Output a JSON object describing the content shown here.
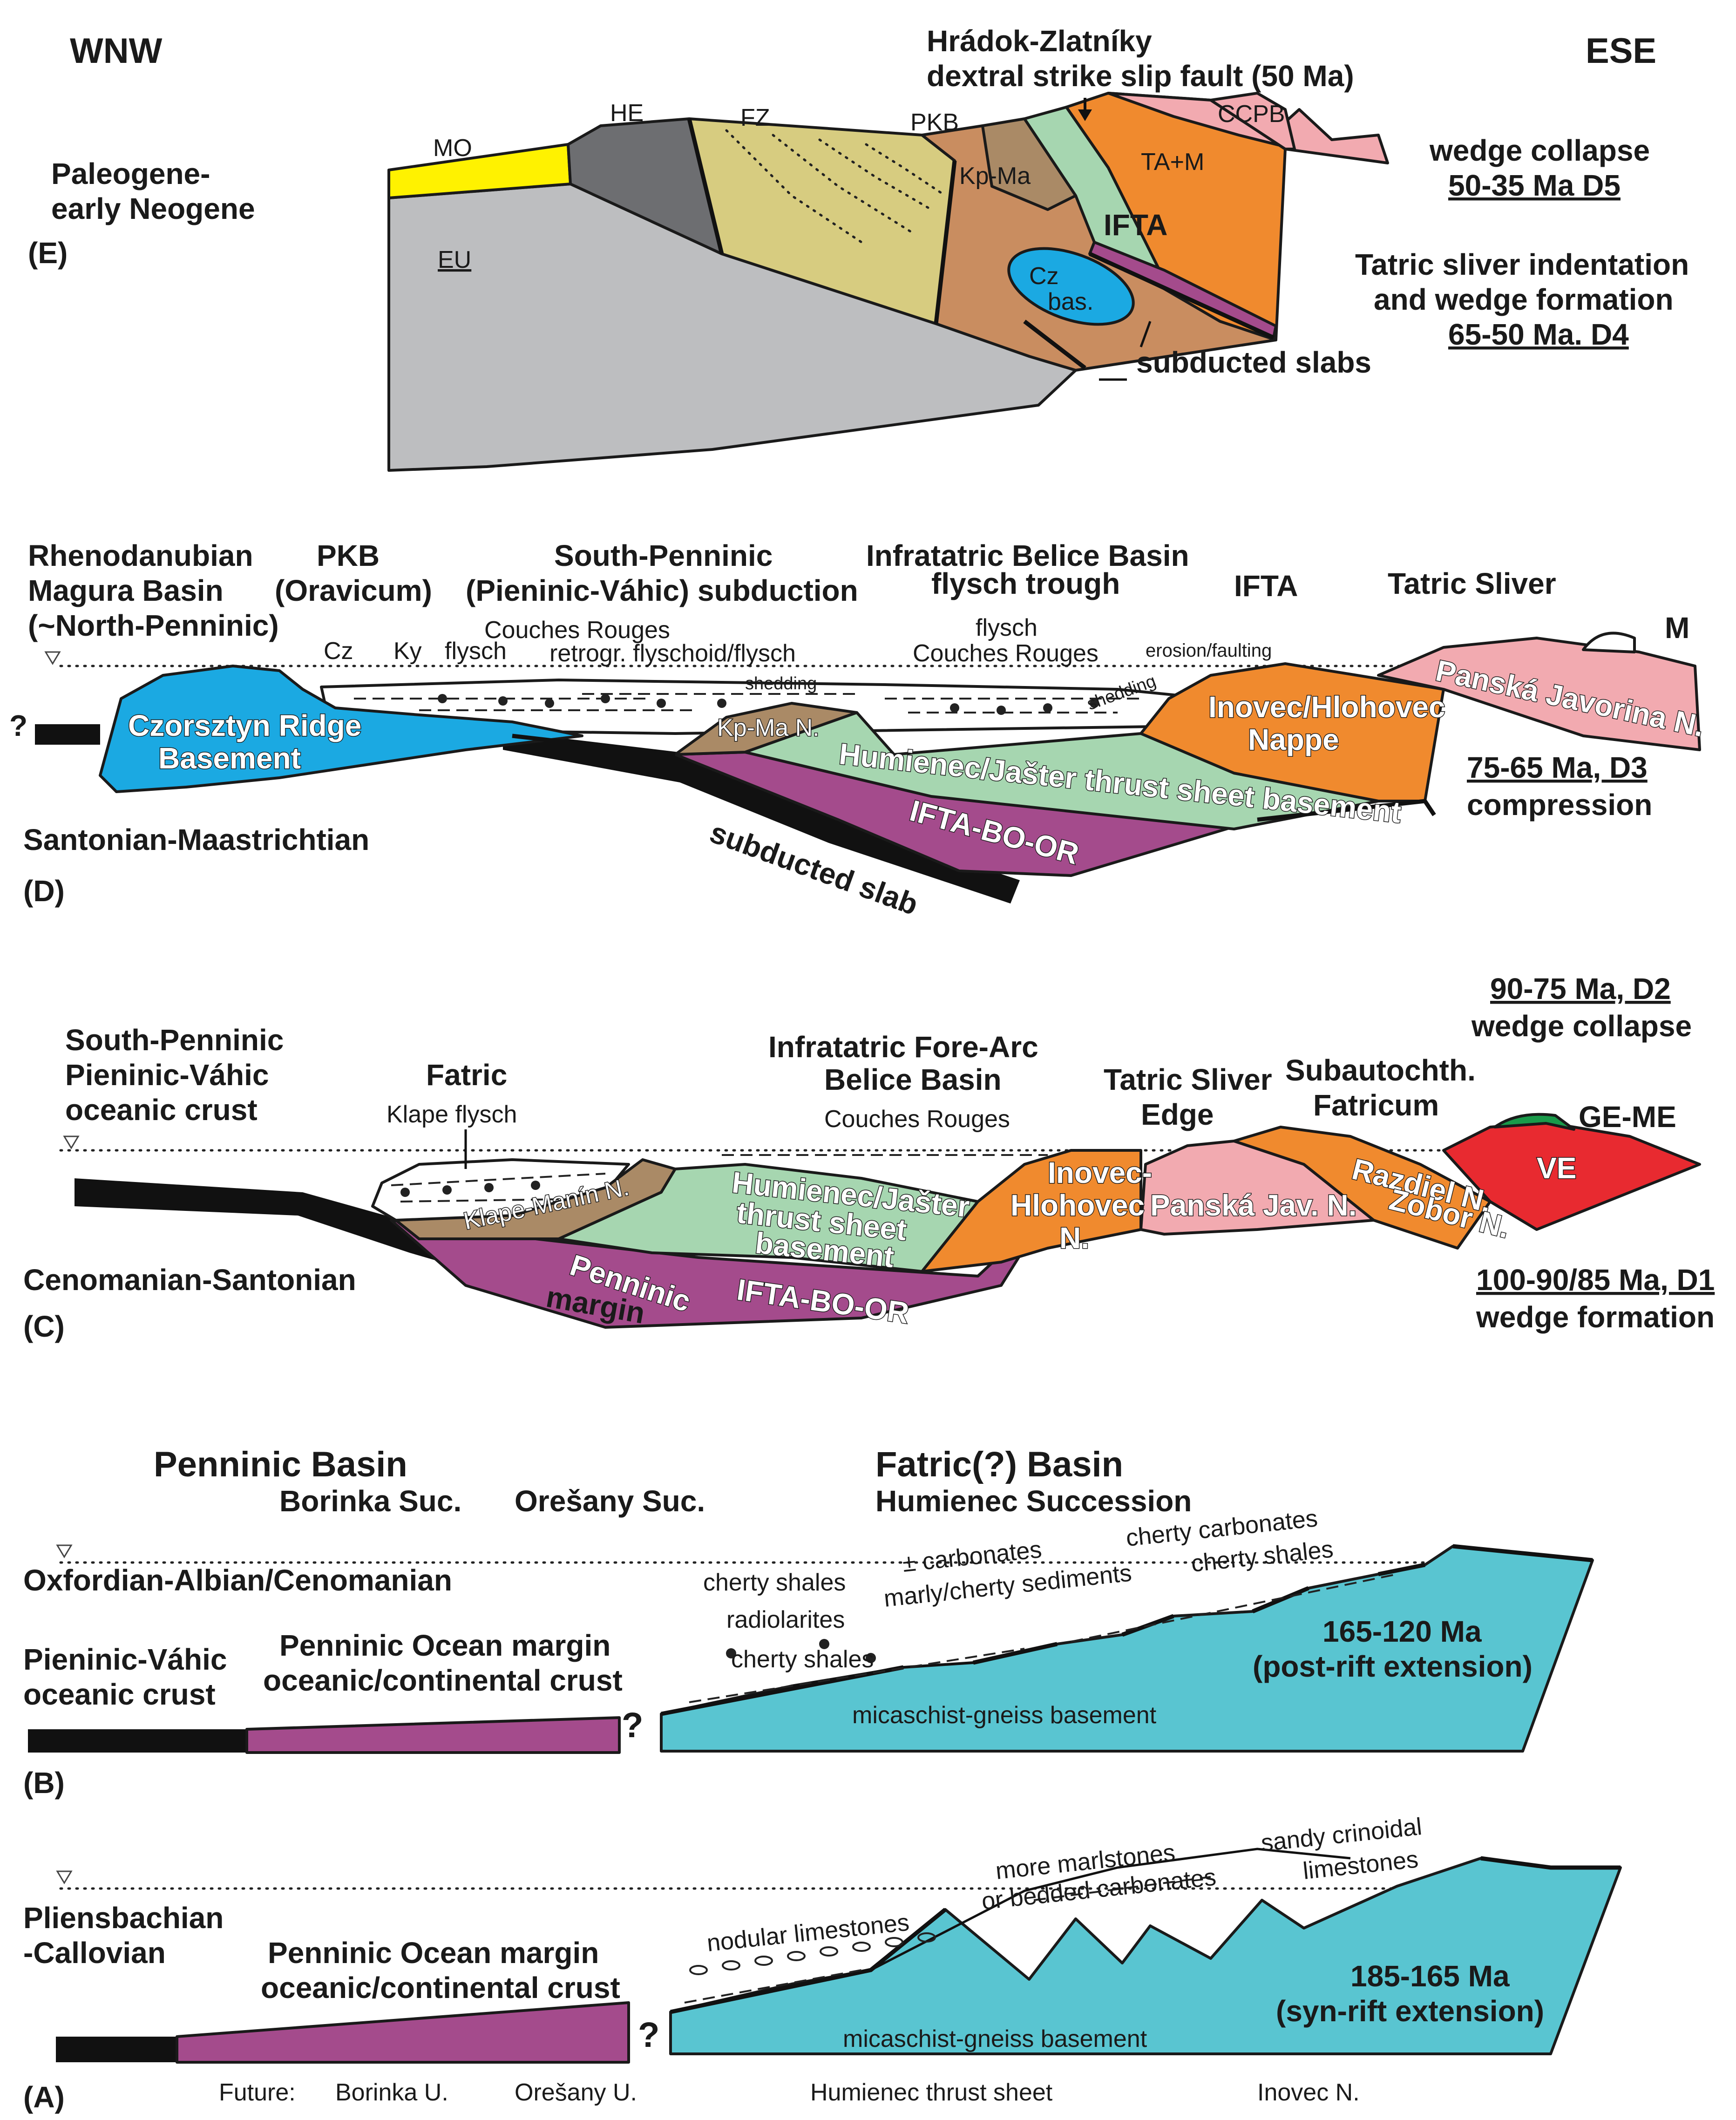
{
  "orientation": {
    "left": "WNW",
    "right": "ESE"
  },
  "panel_E": {
    "letter": "(E)",
    "period": [
      "Paleogene-",
      "early Neogene"
    ],
    "fault": [
      "Hrádok-Zlatníky",
      "dextral strike slip fault (50 Ma)"
    ],
    "units": {
      "mo": "MO",
      "he": "HE",
      "fz": "FZ",
      "pkb": "PKB",
      "ccpb": "CCPB",
      "eu": "EU",
      "kpma": "Kp-Ma",
      "tam": "TA+M",
      "ifta": "IFTA",
      "cz": "Cz",
      "bas": "bas.",
      "slabs": "subducted slabs"
    },
    "events": {
      "d5_a": "wedge collapse",
      "d5_b": "50-35 Ma D5",
      "d4_a": "Tatric sliver indentation",
      "d4_b": "and wedge formation",
      "d4_c": "65-50 Ma. D4"
    }
  },
  "panel_D": {
    "letter": "(D)",
    "period": "Santonian-Maastrichtian",
    "headers": {
      "rheno": [
        "Rhenodanubian",
        "Magura Basin",
        "(~North-Penninic)"
      ],
      "pkb": [
        "PKB",
        "(Oravicum)"
      ],
      "sp": [
        "South-Penninic",
        "(Pieninic-Váhic) subduction"
      ],
      "belice": [
        "Infratatric Belice Basin",
        "flysch trough"
      ],
      "ifta": "IFTA",
      "tatric": "Tatric Sliver"
    },
    "small": {
      "cz": "Cz",
      "ky": "Ky",
      "flysch1": "flysch",
      "couches": "Couches Rouges",
      "retrogr": "retrogr. flyschoid/flysch",
      "flysch2": "flysch",
      "couches2": "Couches Rouges",
      "erosion": "erosion/faulting",
      "shedding1": "shedding",
      "shedding2": "shedding",
      "m": "M",
      "q": "?"
    },
    "units": {
      "czorsztyn": [
        "Czorsztyn Ridge",
        "Basement"
      ],
      "kpma": "Kp-Ma N.",
      "humienec": "Humienec/Jašter thrust sheet basement",
      "inovec": [
        "Inovec/Hlohovec",
        "Nappe"
      ],
      "panska": "Panská Javorina N.",
      "ifta_bo": "IFTA-BO-OR",
      "slab": "subducted slab"
    },
    "events": {
      "d3_a": "75-65 Ma, D3",
      "d3_b": "compression"
    }
  },
  "panel_C": {
    "letter": "(C)",
    "period": "Cenomanian-Santonian",
    "headers": {
      "sp": [
        "South-Penninic",
        "Pieninic-Váhic",
        "oceanic crust"
      ],
      "fatric": "Fatric",
      "klape_flysch": "Klape flysch",
      "forearc": [
        "Infratatric Fore-Arc",
        "Belice Basin"
      ],
      "couches": "Couches Rouges",
      "edge": [
        "Tatric Sliver",
        "Edge"
      ],
      "sub": [
        "Subautochth.",
        "Fatricum"
      ],
      "geme": "GE-ME"
    },
    "units": {
      "klape": "Klape-Manín N.",
      "humienec": [
        "Humienec/Jašter",
        "thrust sheet",
        "basement"
      ],
      "inovec": [
        "Inovec-",
        "Hlohovec",
        "N."
      ],
      "panska": "Panská Jav. N.",
      "razdiel": [
        "Razdiel N.",
        "Zobor N."
      ],
      "ve": "VE",
      "penninic": [
        "Penninic",
        "margin"
      ],
      "ifta_bo": "IFTA-BO-OR"
    },
    "events": {
      "d2_a": "90-75 Ma, D2",
      "d2_b": "wedge collapse",
      "d1_a": "100-90/85 Ma, D1",
      "d1_b": "wedge formation"
    }
  },
  "panel_B": {
    "letter": "(B)",
    "period": "Oxfordian-Albian/Cenomanian",
    "headers": {
      "penninic_basin": "Penninic Basin",
      "borinka": "Borinka Suc.",
      "oresany": "Orešany Suc.",
      "fatric_basin": "Fatric(?) Basin",
      "humienec": "Humienec Succession"
    },
    "left": {
      "pv": [
        "Pieninic-Váhic",
        "oceanic crust"
      ],
      "pom": [
        "Penninic Ocean margin",
        "oceanic/continental crust"
      ],
      "q": "?"
    },
    "sediments": {
      "cs1": "cherty shales",
      "rad": "radiolarites",
      "cs2": "cherty shales",
      "carb": "± carbonates",
      "marly": "marly/cherty sediments",
      "ccarb": "cherty carbonates",
      "cshales": "cherty shales"
    },
    "basement": "micaschist-gneiss basement",
    "events": {
      "age": "165-120 Ma",
      "type": "(post-rift extension)"
    }
  },
  "panel_A": {
    "letter": "(A)",
    "period": [
      "Pliensbachian",
      "-Callovian"
    ],
    "left": {
      "pom": [
        "Penninic Ocean margin",
        "oceanic/continental crust"
      ],
      "q": "?"
    },
    "sediments": {
      "nodular": "nodular limestones",
      "more": "more marlstones",
      "bedded": "or bedded carbonates",
      "sandy": "sandy crinoidal",
      "lime": "limestones"
    },
    "basement": "micaschist-gneiss basement",
    "events": {
      "age": "185-165 Ma",
      "type": "(syn-rift extension)"
    },
    "future": {
      "label": "Future:",
      "borinka": "Borinka U.",
      "oresany": "Orešany U.",
      "humienec": "Humienec thrust sheet",
      "inovec": "Inovec N."
    }
  },
  "colors": {
    "cyan": "#59c5d1",
    "purple": "#a44b8c",
    "pink": "#f2aab0",
    "orange": "#f08a2e",
    "green": "#a6d6b0",
    "brown": "#aa8a66",
    "blue": "#1ba9e2",
    "red": "#e82a30",
    "yellow": "#fff200",
    "grey": "#bdbec0",
    "darkgrey": "#6d6e71",
    "olive": "#d7cc80",
    "sienna": "#c98d60",
    "darkgreen": "#1a9a4a"
  }
}
